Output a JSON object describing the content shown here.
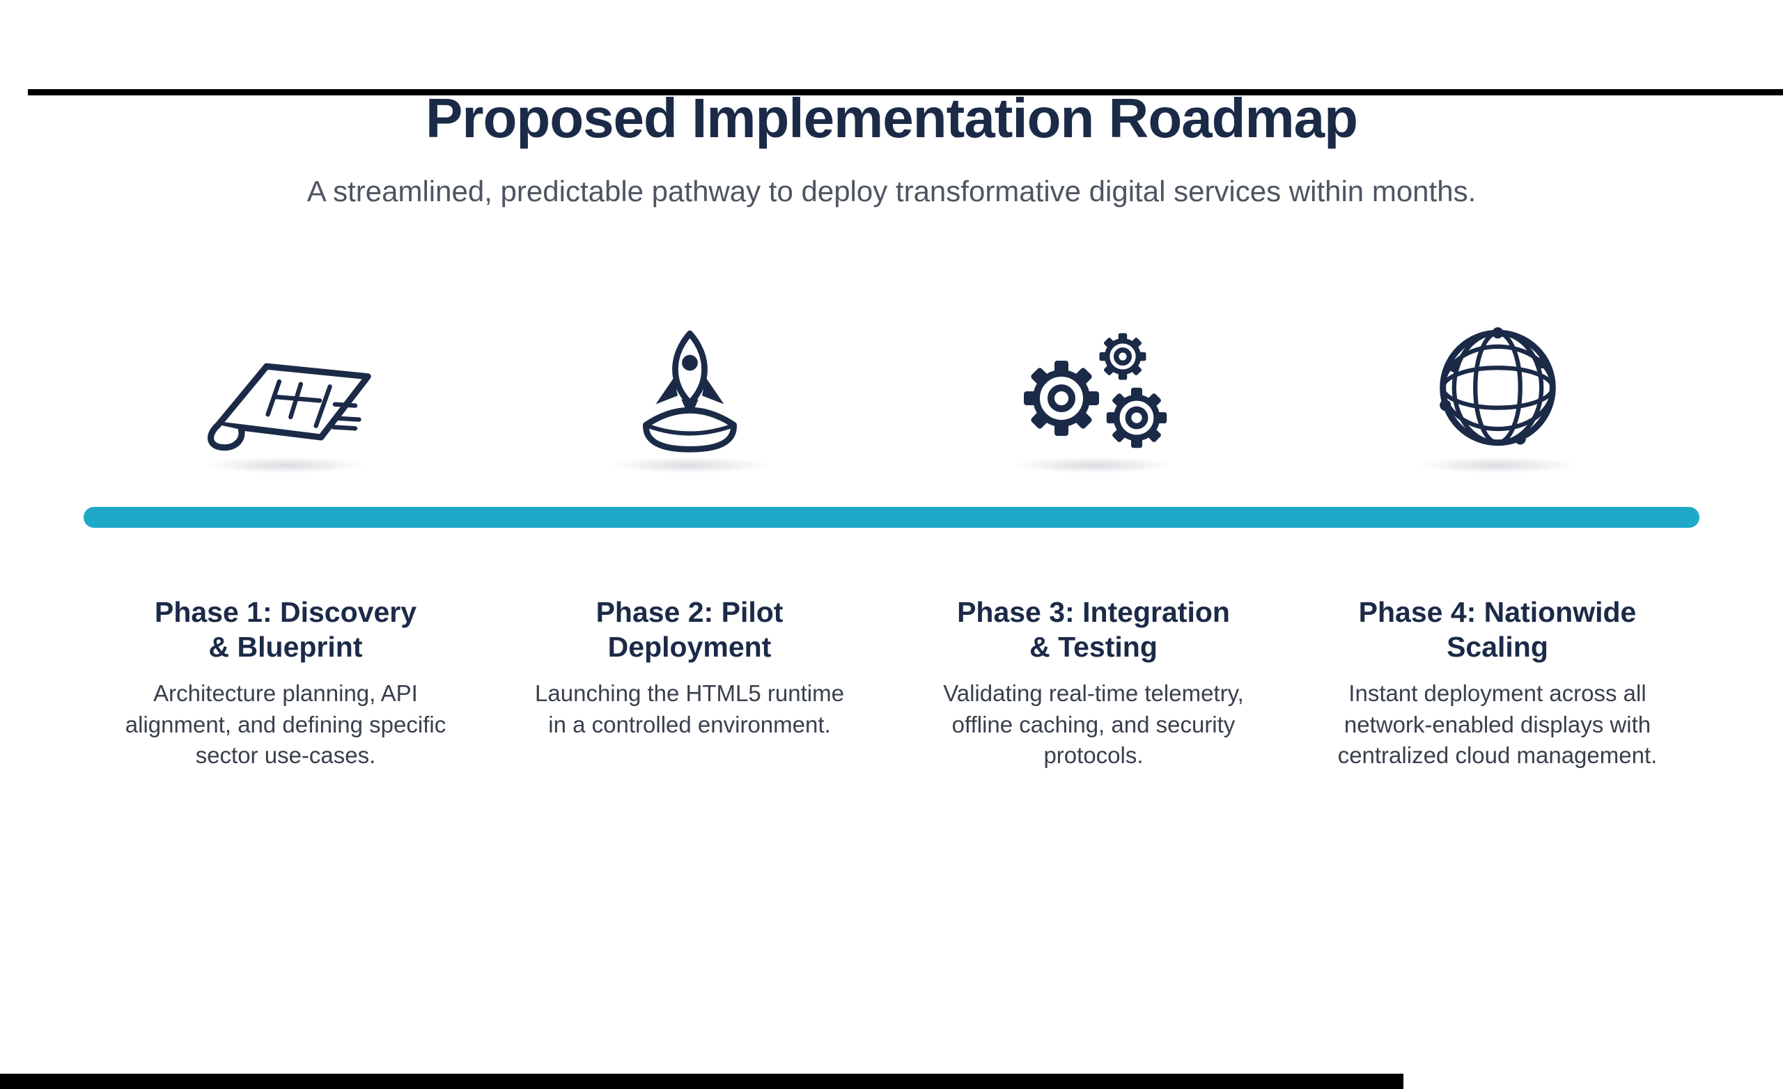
{
  "slide": {
    "title": "Proposed Implementation Roadmap",
    "subtitle": "A streamlined, predictable pathway to deploy transformative digital services within months."
  },
  "timeline": {
    "style": "horizontal-bar",
    "accent_color": "#1FA9C9"
  },
  "phases": [
    {
      "icon": "blueprint-icon",
      "title_line1": "Phase 1: Discovery",
      "title_line2": "& Blueprint",
      "description": "Architecture planning, API alignment, and defining specific sector use-cases."
    },
    {
      "icon": "rocket-icon",
      "title_line1": "Phase 2: Pilot",
      "title_line2": "Deployment",
      "description": "Launching the HTML5 runtime in a controlled environment."
    },
    {
      "icon": "gears-icon",
      "title_line1": "Phase 3: Integration",
      "title_line2": "& Testing",
      "description": "Validating real-time telemetry, offline caching, and security protocols."
    },
    {
      "icon": "globe-network-icon",
      "title_line1": "Phase 4: Nationwide",
      "title_line2": "Scaling",
      "description": "Instant deployment across all network-enabled displays with centralized cloud management."
    }
  ],
  "colors": {
    "accent": "#1FA9C9",
    "heading": "#1B2A47",
    "subtitle_text": "#4D5562",
    "body_text": "#39404D",
    "border_bars": "#000000",
    "background": "#FFFFFF"
  }
}
